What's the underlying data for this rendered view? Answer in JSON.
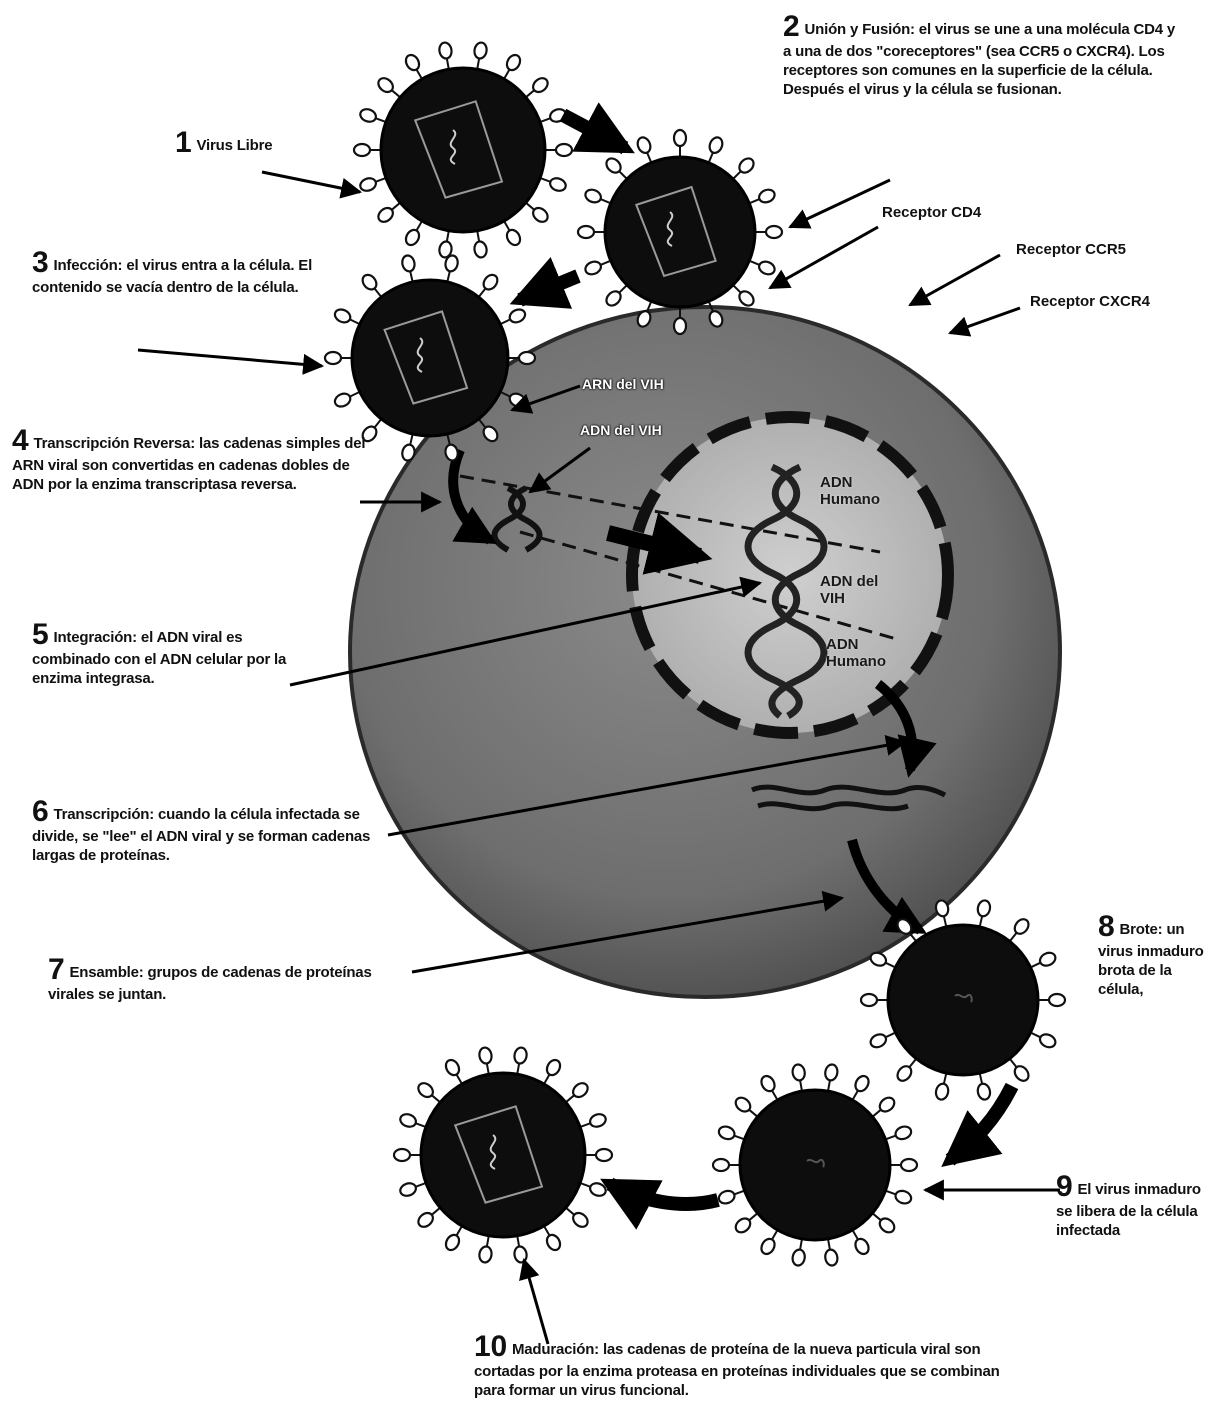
{
  "steps": [
    {
      "num": "1",
      "title": "Virus Libre",
      "text": ""
    },
    {
      "num": "2",
      "title": "Unión y Fusión:",
      "text": "el virus se une a una molécula CD4 y a una de dos \"coreceptores\" (sea CCR5 o CXCR4). Los receptores son comunes en la superficie de la célula. Después el virus y la célula se fusionan."
    },
    {
      "num": "3",
      "title": "Infección:",
      "text": "el virus entra a la célula. El contenido se vacía dentro de la célula."
    },
    {
      "num": "4",
      "title": "Transcripción Reversa:",
      "text": "las cadenas simples del ARN viral son convertidas en cadenas dobles de ADN por la enzima transcriptasa reversa."
    },
    {
      "num": "5",
      "title": "Integración:",
      "text": "el ADN viral es combinado con el ADN celular por la enzima integrasa."
    },
    {
      "num": "6",
      "title": "Transcripción:",
      "text": "cuando la célula infectada se divide, se \"lee\" el ADN viral y se forman cadenas largas de proteínas."
    },
    {
      "num": "7",
      "title": "Ensamble:",
      "text": "grupos de cadenas de proteínas virales se juntan."
    },
    {
      "num": "8",
      "title": "Brote:",
      "text": "un virus inmaduro brota de la célula,"
    },
    {
      "num": "9",
      "title": "El virus",
      "text": "inmaduro se libera de la célula infectada"
    },
    {
      "num": "10",
      "title": "Maduración:",
      "text": "las cadenas de proteína de la nueva particula viral son cortadas por la enzima proteasa en proteínas individuales que se combinan para formar un virus funcional."
    }
  ],
  "receptors": {
    "cd4": "Receptor CD4",
    "ccr5": "Receptor CCR5",
    "cxcr4": "Receptor CXCR4"
  },
  "cell_labels": {
    "arn_vih": "ARN del VIH",
    "adn_vih_top": "ADN del VIH",
    "adn_humano_1": "ADN Humano",
    "adn_vih": "ADN del VIH",
    "adn_humano_2": "ADN Humano"
  }
}
